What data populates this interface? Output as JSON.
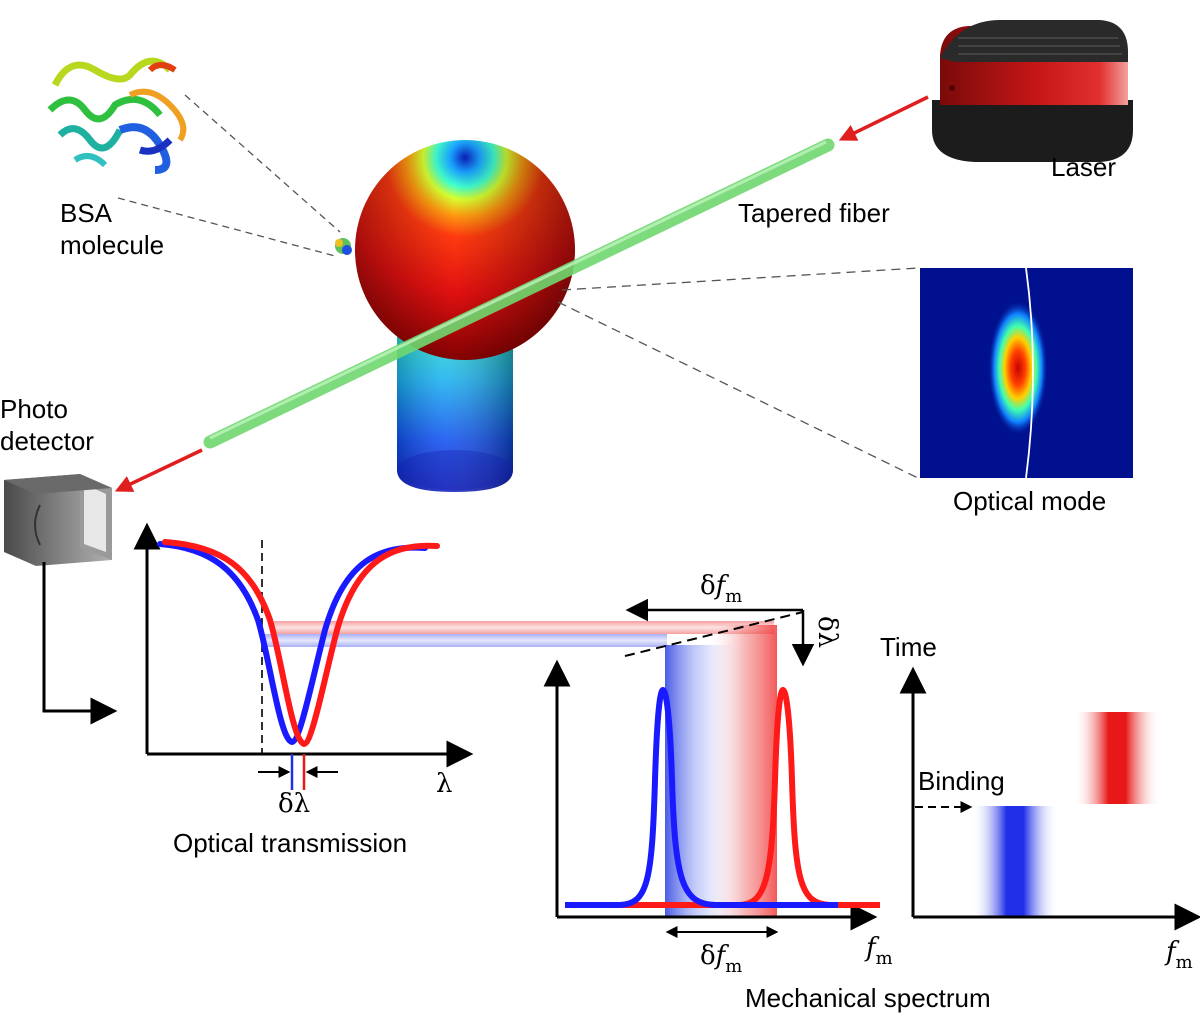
{
  "labels": {
    "bsa_line1": "BSA",
    "bsa_line2": "molecule",
    "laser": "Laser",
    "tapered_fiber": "Tapered fiber",
    "photo_line1": "Photo",
    "photo_line2": "detector",
    "optical_mode": "Optical mode",
    "optical_transmission": "Optical transmission",
    "mechanical_spectrum": "Mechanical spectrum",
    "time": "Time",
    "binding": "Binding"
  },
  "symbols": {
    "lambda": "λ",
    "delta_lambda": "δλ",
    "delta": "δ",
    "f": "f",
    "m": "m"
  },
  "colors": {
    "before_shift": "#1a1aff",
    "after_shift": "#ff1a1a",
    "fiber": "#7fe07f",
    "arrow_red": "#e01e1e",
    "mode_background": "#00108f"
  }
}
